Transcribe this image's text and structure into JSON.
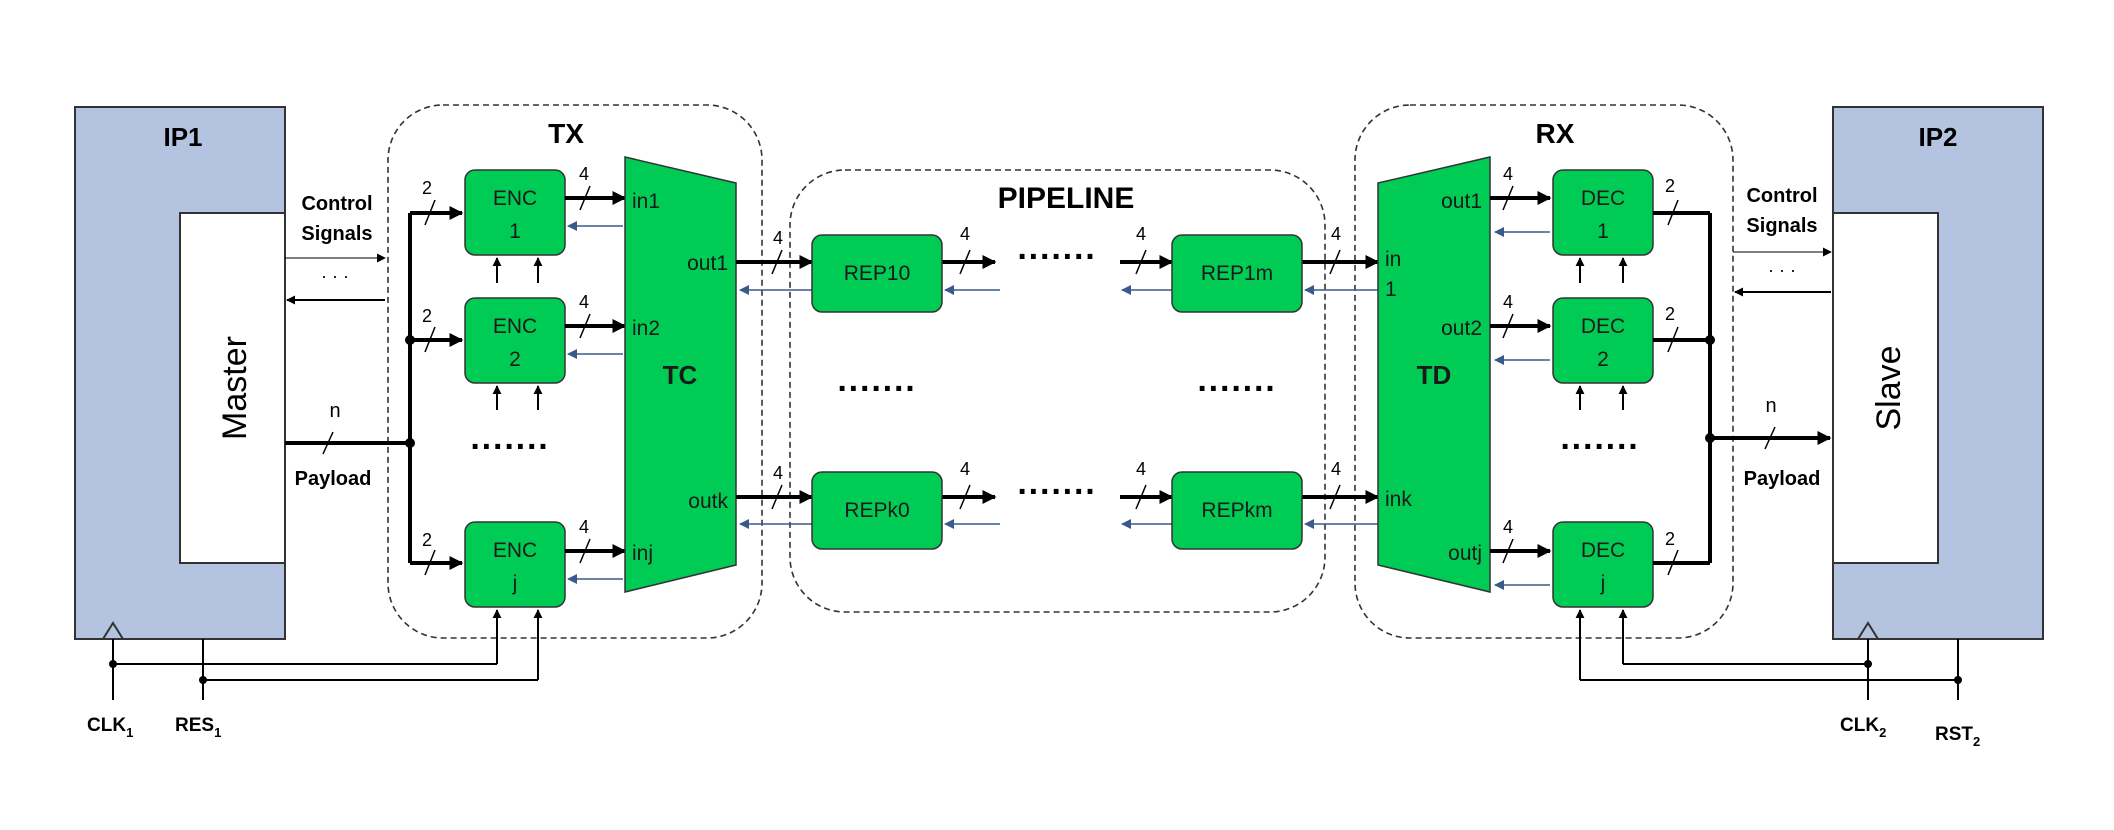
{
  "ip1": {
    "title": "IP1",
    "inner": "Master",
    "clk": "CLK",
    "clk_sub": "1",
    "res": "RES",
    "res_sub": "1"
  },
  "ip2": {
    "title": "IP2",
    "inner": "Slave",
    "clk": "CLK",
    "clk_sub": "2",
    "rst": "RST",
    "rst_sub": "2"
  },
  "tx": {
    "title": "TX",
    "mux": "TC"
  },
  "rx": {
    "title": "RX",
    "mux": "TD"
  },
  "pipeline": {
    "title": "PIPELINE"
  },
  "left_signals": {
    "control": [
      "Control",
      "Signals"
    ],
    "dots": "· · ·",
    "payload": "Payload",
    "bus": "n"
  },
  "right_signals": {
    "control": [
      "Control",
      "Signals"
    ],
    "dots": "· · ·",
    "payload": "Payload",
    "bus": "n"
  },
  "encoders": [
    {
      "name": "ENC",
      "index": "1"
    },
    {
      "name": "ENC",
      "index": "2"
    },
    {
      "name": "ENC",
      "index": "j"
    }
  ],
  "decoders": [
    {
      "name": "DEC",
      "index": "1"
    },
    {
      "name": "DEC",
      "index": "2"
    },
    {
      "name": "DEC",
      "index": "j"
    }
  ],
  "tc_ports": {
    "inputs": [
      "in1",
      "in2",
      "inj"
    ],
    "outputs": [
      "out1",
      "outk"
    ]
  },
  "td_ports": {
    "inputs": [
      "in",
      "1",
      "ink"
    ],
    "outputs": [
      "out1",
      "out2",
      "outj"
    ]
  },
  "repeaters": {
    "row1": [
      "REP10",
      "REP1m"
    ],
    "row2": [
      "REPk0",
      "REPkm"
    ]
  },
  "bus_widths": {
    "enc_in": "2",
    "enc_out": "4",
    "pipe": "4",
    "dec_out": "2"
  },
  "ellipsis": "·······",
  "colors": {
    "ip_fill": "#b4c3e0",
    "block_fill": "#00cc55",
    "feedback_arrow": "#3b5a8c",
    "dashed_border": "#333333"
  }
}
